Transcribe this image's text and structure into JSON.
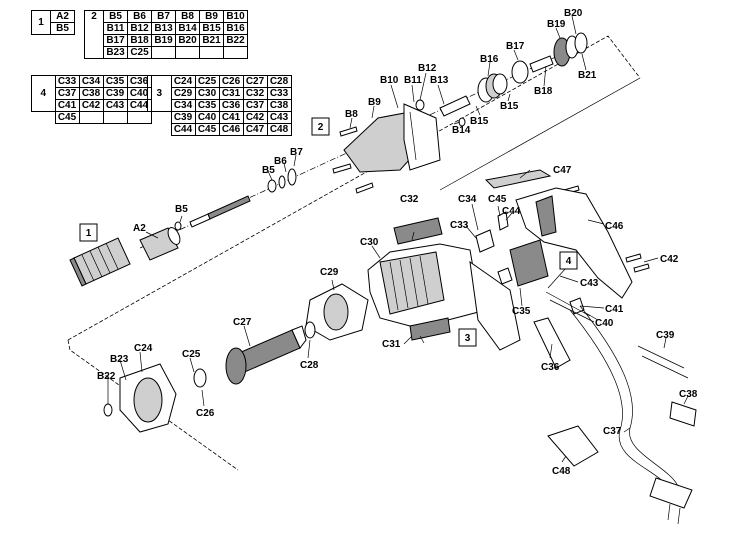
{
  "kits": [
    {
      "num": "1",
      "rows": [
        [
          "A2"
        ],
        [
          "B5"
        ]
      ]
    },
    {
      "num": "2",
      "rows": [
        [
          "B5",
          "B6",
          "B7",
          "B8",
          "B9",
          "B10"
        ],
        [
          "B11",
          "B12",
          "B13",
          "B14",
          "B15",
          "B16"
        ],
        [
          "B17",
          "B18",
          "B19",
          "B20",
          "B21",
          "B22"
        ],
        [
          "B23",
          "C25",
          "",
          "",
          "",
          ""
        ]
      ]
    },
    {
      "num": "4",
      "rows": [
        [
          "C33",
          "C34",
          "C35",
          "C36"
        ],
        [
          "C37",
          "C38",
          "C39",
          "C40"
        ],
        [
          "C41",
          "C42",
          "C43",
          "C44"
        ],
        [
          "C45",
          "",
          "",
          ""
        ]
      ]
    },
    {
      "num": "3",
      "rows": [
        [
          "C24",
          "C25",
          "C26",
          "C27",
          "C28"
        ],
        [
          "C29",
          "C30",
          "C31",
          "C32",
          "C33"
        ],
        [
          "C34",
          "C35",
          "C36",
          "C37",
          "C38"
        ],
        [
          "C39",
          "C40",
          "C41",
          "C42",
          "C43"
        ],
        [
          "C44",
          "C45",
          "C46",
          "C47",
          "C48"
        ]
      ]
    }
  ],
  "callouts": {
    "box1": "1",
    "box2": "2",
    "box3": "3",
    "box4": "4"
  },
  "labels": {
    "A2": "A2",
    "B5a": "B5",
    "B5b": "B5",
    "B6": "B6",
    "B7": "B7",
    "B8": "B8",
    "B9": "B9",
    "B10": "B10",
    "B11": "B11",
    "B12": "B12",
    "B13": "B13",
    "B14": "B14",
    "B15a": "B15",
    "B15b": "B15",
    "B16": "B16",
    "B17": "B17",
    "B18": "B18",
    "B19": "B19",
    "B20": "B20",
    "B21": "B21",
    "B22": "B22",
    "B23": "B23",
    "C24": "C24",
    "C25": "C25",
    "C26": "C26",
    "C27": "C27",
    "C28": "C28",
    "C29": "C29",
    "C30": "C30",
    "C31": "C31",
    "C32": "C32",
    "C33": "C33",
    "C34": "C34",
    "C35": "C35",
    "C36": "C36",
    "C37": "C37",
    "C38": "C38",
    "C39": "C39",
    "C40": "C40",
    "C41": "C41",
    "C42": "C42",
    "C43": "C43",
    "C44": "C44",
    "C45": "C45",
    "C46": "C46",
    "C47": "C47",
    "C48": "C48"
  }
}
